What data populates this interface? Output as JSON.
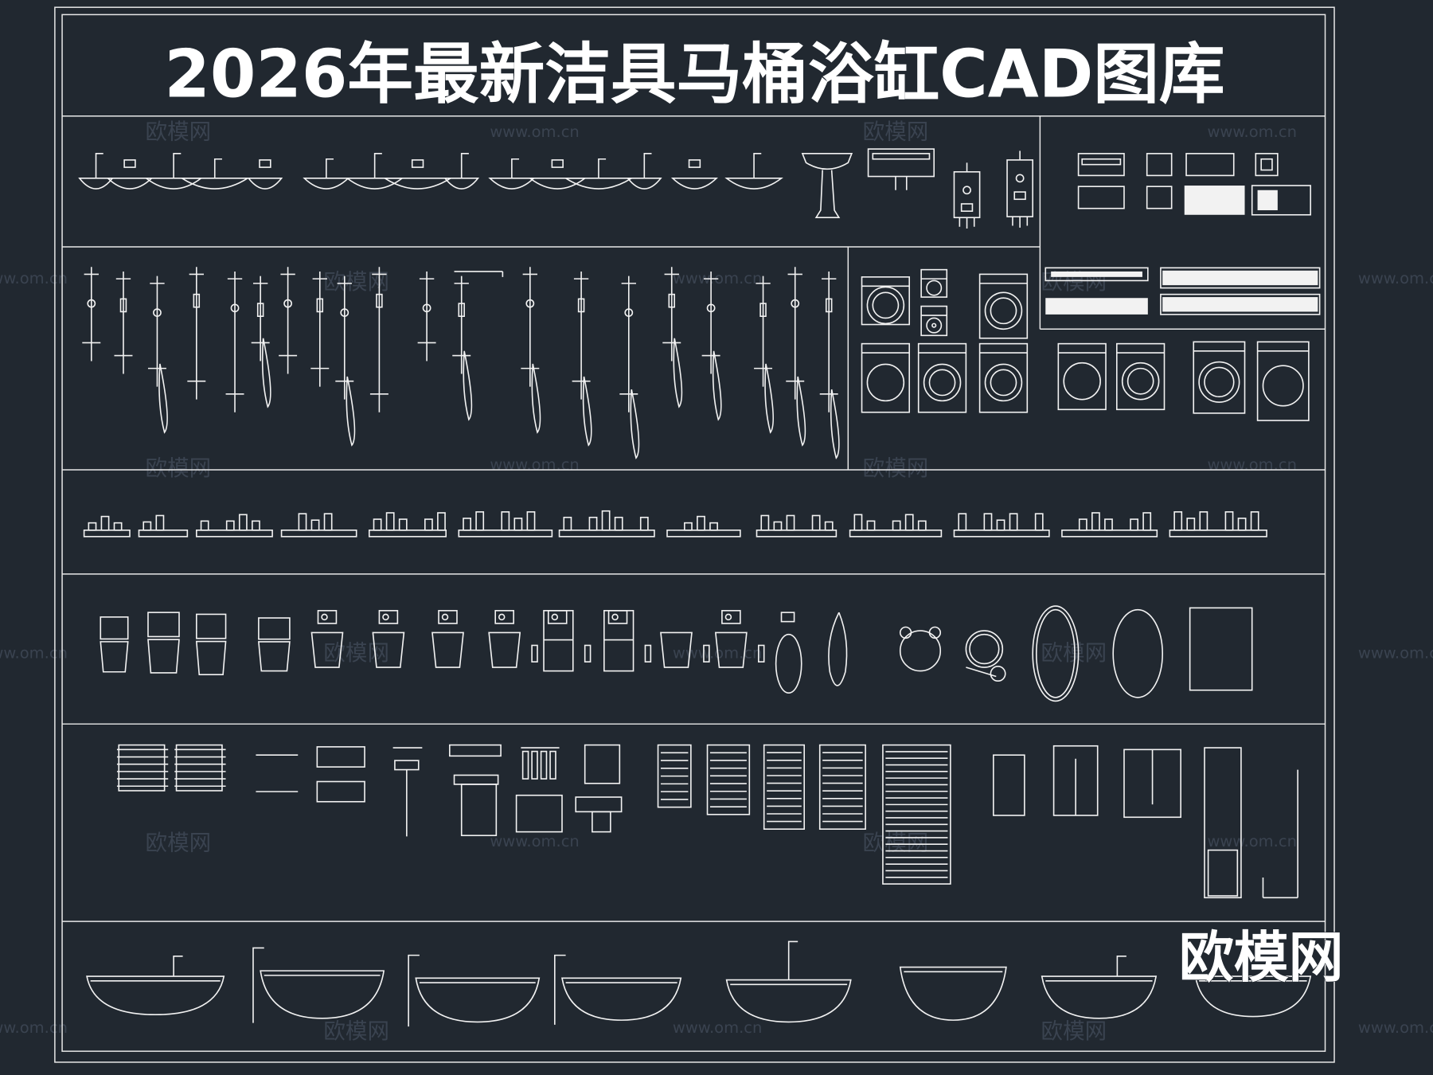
{
  "title": "2026年最新洁具马桶浴缸CAD图库",
  "watermark": {
    "name": "欧模网",
    "url": "www.om.cn"
  },
  "logo": "欧模网",
  "colors": {
    "background": "#212830",
    "lines": "#f2f2f2",
    "watermark": "#3a4350"
  },
  "sections": [
    "basins-and-water-heaters",
    "showers-and-washing-machines",
    "bathroom-shelves",
    "toilets-and-mirrors",
    "towel-racks-and-cabinets",
    "bathtubs"
  ]
}
